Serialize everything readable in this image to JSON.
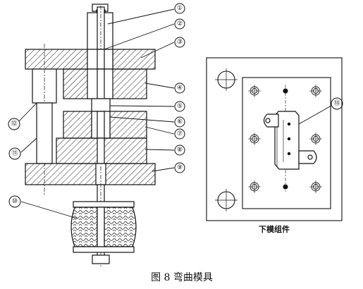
{
  "caption": "图 8  弯曲模具",
  "subassembly_label": "下模组件",
  "callouts": [
    "①",
    "②",
    "③",
    "④",
    "⑤",
    "⑥",
    "⑦",
    "⑧",
    "⑨",
    "⑩",
    "⑪",
    "⑫",
    "⑬"
  ]
}
